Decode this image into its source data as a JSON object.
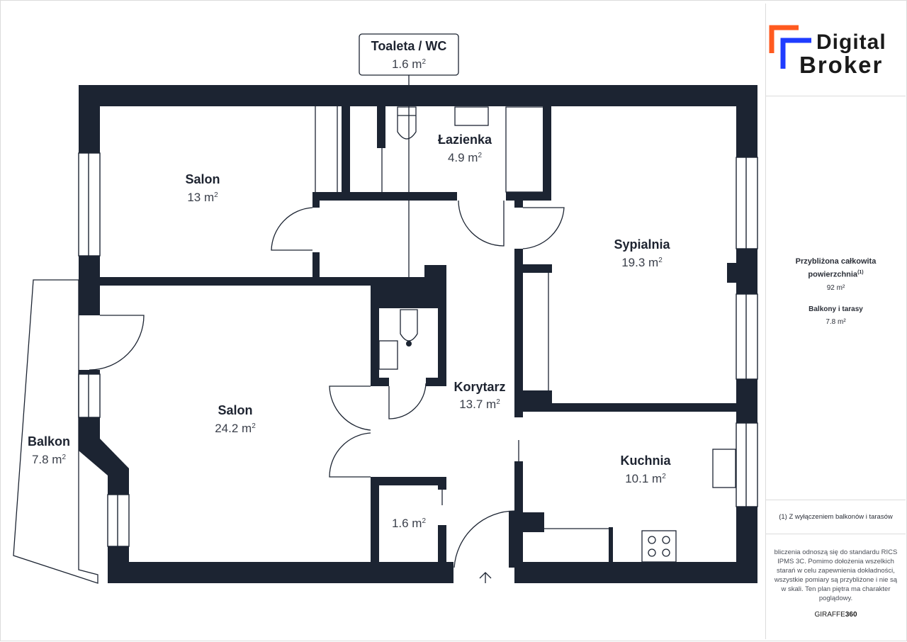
{
  "rooms": {
    "toilet": {
      "name": "Toaleta / WC",
      "area": "1.6 m",
      "sup": "2"
    },
    "bathroom": {
      "name": "Łazienka",
      "area": "4.9 m",
      "sup": "2"
    },
    "salon_small": {
      "name": "Salon",
      "area": "13 m",
      "sup": "2"
    },
    "bedroom": {
      "name": "Sypialnia",
      "area": "19.3 m",
      "sup": "2"
    },
    "salon_large": {
      "name": "Salon",
      "area": "24.2 m",
      "sup": "2"
    },
    "corridor": {
      "name": "Korytarz",
      "area": "13.7 m",
      "sup": "2"
    },
    "balcony": {
      "name": "Balkon",
      "area": "7.8 m",
      "sup": "2"
    },
    "kitchen": {
      "name": "Kuchnia",
      "area": "10.1 m",
      "sup": "2"
    },
    "storage": {
      "area": "1.6 m",
      "sup": "2"
    }
  },
  "logo": {
    "line1": "Digital",
    "line2": "Broker",
    "accent_orange": "#ff5a1f",
    "accent_blue": "#1f3cff"
  },
  "summary": {
    "total_label": "Przybliżona całkowita powierzchnia",
    "total_note_mark": "(1)",
    "total_value": "92 m²",
    "balconies_label": "Balkony i tarasy",
    "balconies_value": "7.8 m²",
    "footnote": "(1) Z wyłączeniem balkonów i tarasów",
    "disclaimer": "bliczenia odnoszą się do standardu RICS IPMS 3C. Pomimo dołożenia wszelkich starań w celu zapewnienia dokładności, wszystkie pomiary są przybliżone i nie są w skali. Ten plan piętra ma charakter poglądowy.",
    "brand_prefix": "GIRAFFE",
    "brand_suffix": "360"
  },
  "colors": {
    "wall": "#1c2432",
    "text": "#1d2330"
  }
}
